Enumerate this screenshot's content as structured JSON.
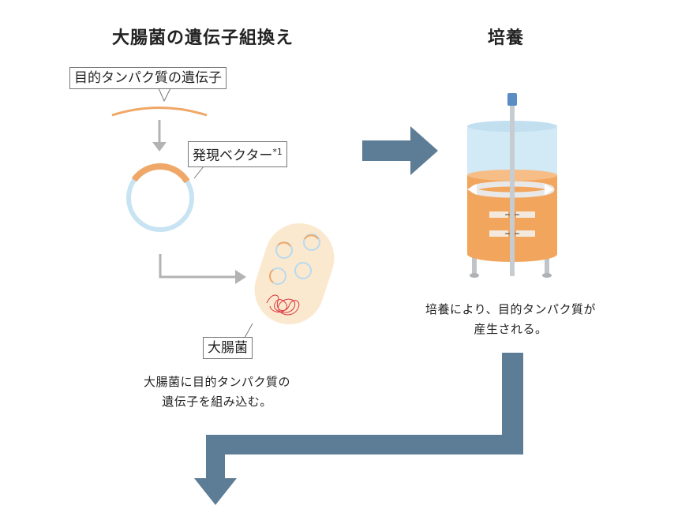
{
  "gene_recombination": {
    "title": "大腸菌の遺伝子組換え",
    "gene_label": "目的タンパク質の遺伝子",
    "vector_label": "発現ベクター",
    "vector_note": "*1",
    "ecoli_label": "大腸菌",
    "caption_line1": "大腸菌に目的タンパク質の",
    "caption_line2": "遺伝子を組み込む。"
  },
  "culture": {
    "title": "培養",
    "caption_line1": "培養により、目的タンパク質が",
    "caption_line2": "産生される。"
  },
  "colors": {
    "gene_orange": "#f0a868",
    "plasmid_blue": "#c8e4f2",
    "ecoli_cream": "#fbe9cf",
    "dna_red": "#d9363e",
    "flow_arrow": "#5d7d96",
    "gray_arrow": "#b3b3b3",
    "tank_orange": "#f2a55c",
    "tank_glass": "#d2e9f6"
  }
}
